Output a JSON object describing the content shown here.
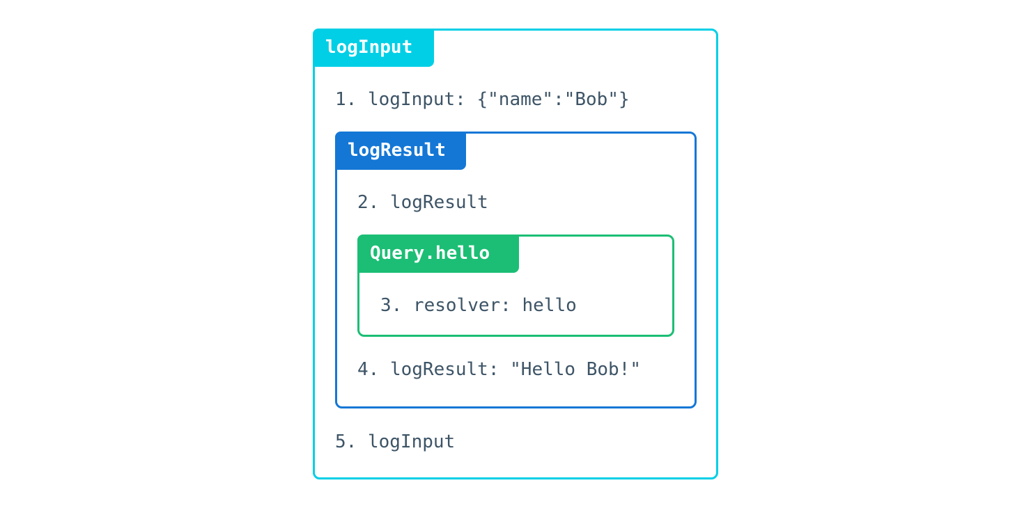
{
  "colors": {
    "log_input": "#00cfe6",
    "log_result": "#1477d6",
    "query_hello": "#1bbe74",
    "text": "#3d5466"
  },
  "outer": {
    "label": "logInput",
    "step1": "1. logInput: {\"name\":\"Bob\"}",
    "step5": "5. logInput"
  },
  "middle": {
    "label": "logResult",
    "step2": "2. logResult",
    "step4": "4. logResult: \"Hello Bob!\""
  },
  "inner": {
    "label": "Query.hello",
    "step3": "3. resolver: hello"
  }
}
